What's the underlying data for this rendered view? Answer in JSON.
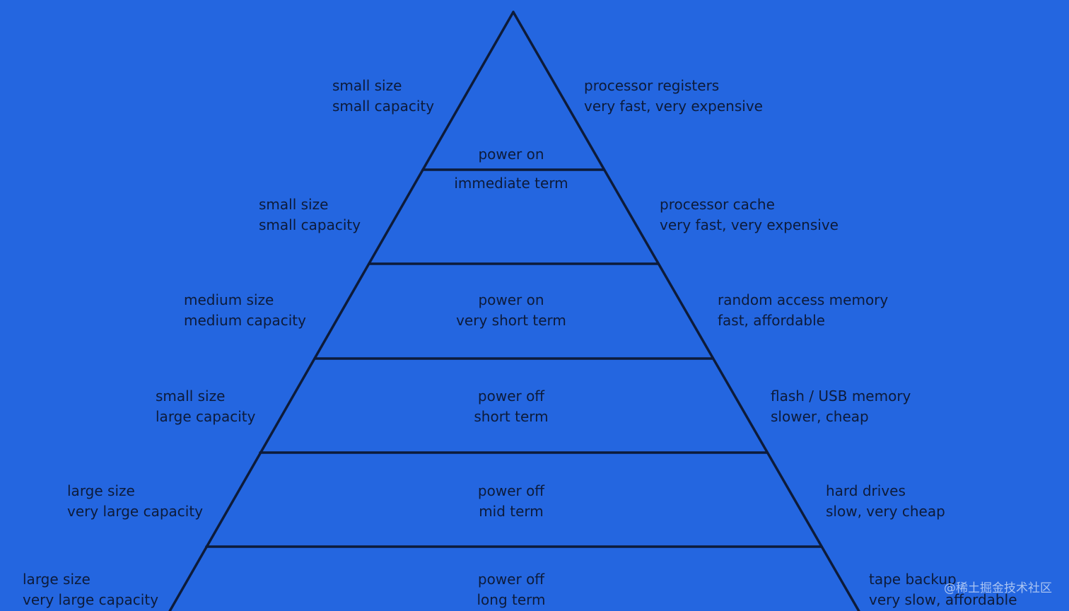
{
  "background_color": "#2466e0",
  "line_color": "#0d1b3a",
  "text_color": "#0d1b3a",
  "levels": [
    {
      "left": [
        "small size",
        "small capacity"
      ],
      "center": [
        "power on"
      ],
      "right": [
        "processor registers",
        "very fast, very expensive"
      ]
    },
    {
      "left": [
        "small size",
        "small capacity"
      ],
      "center": [
        "immediate term"
      ],
      "right": [
        "processor cache",
        "very fast, very expensive"
      ]
    },
    {
      "left": [
        "medium size",
        "medium capacity"
      ],
      "center": [
        "power on",
        "very short term"
      ],
      "right": [
        "random access memory",
        "fast, affordable"
      ]
    },
    {
      "left": [
        "small size",
        "large capacity"
      ],
      "center": [
        "power off",
        "short term"
      ],
      "right": [
        "flash / USB memory",
        "slower, cheap"
      ]
    },
    {
      "left": [
        "large size",
        "very large capacity"
      ],
      "center": [
        "power off",
        "mid term"
      ],
      "right": [
        "hard drives",
        "slow, very cheap"
      ]
    },
    {
      "left": [
        "large size",
        "very large capacity"
      ],
      "center": [
        "power off",
        "long term"
      ],
      "right": [
        "tape backup",
        "very slow, affordable"
      ]
    }
  ],
  "watermark": "@稀土掘金技术社区"
}
